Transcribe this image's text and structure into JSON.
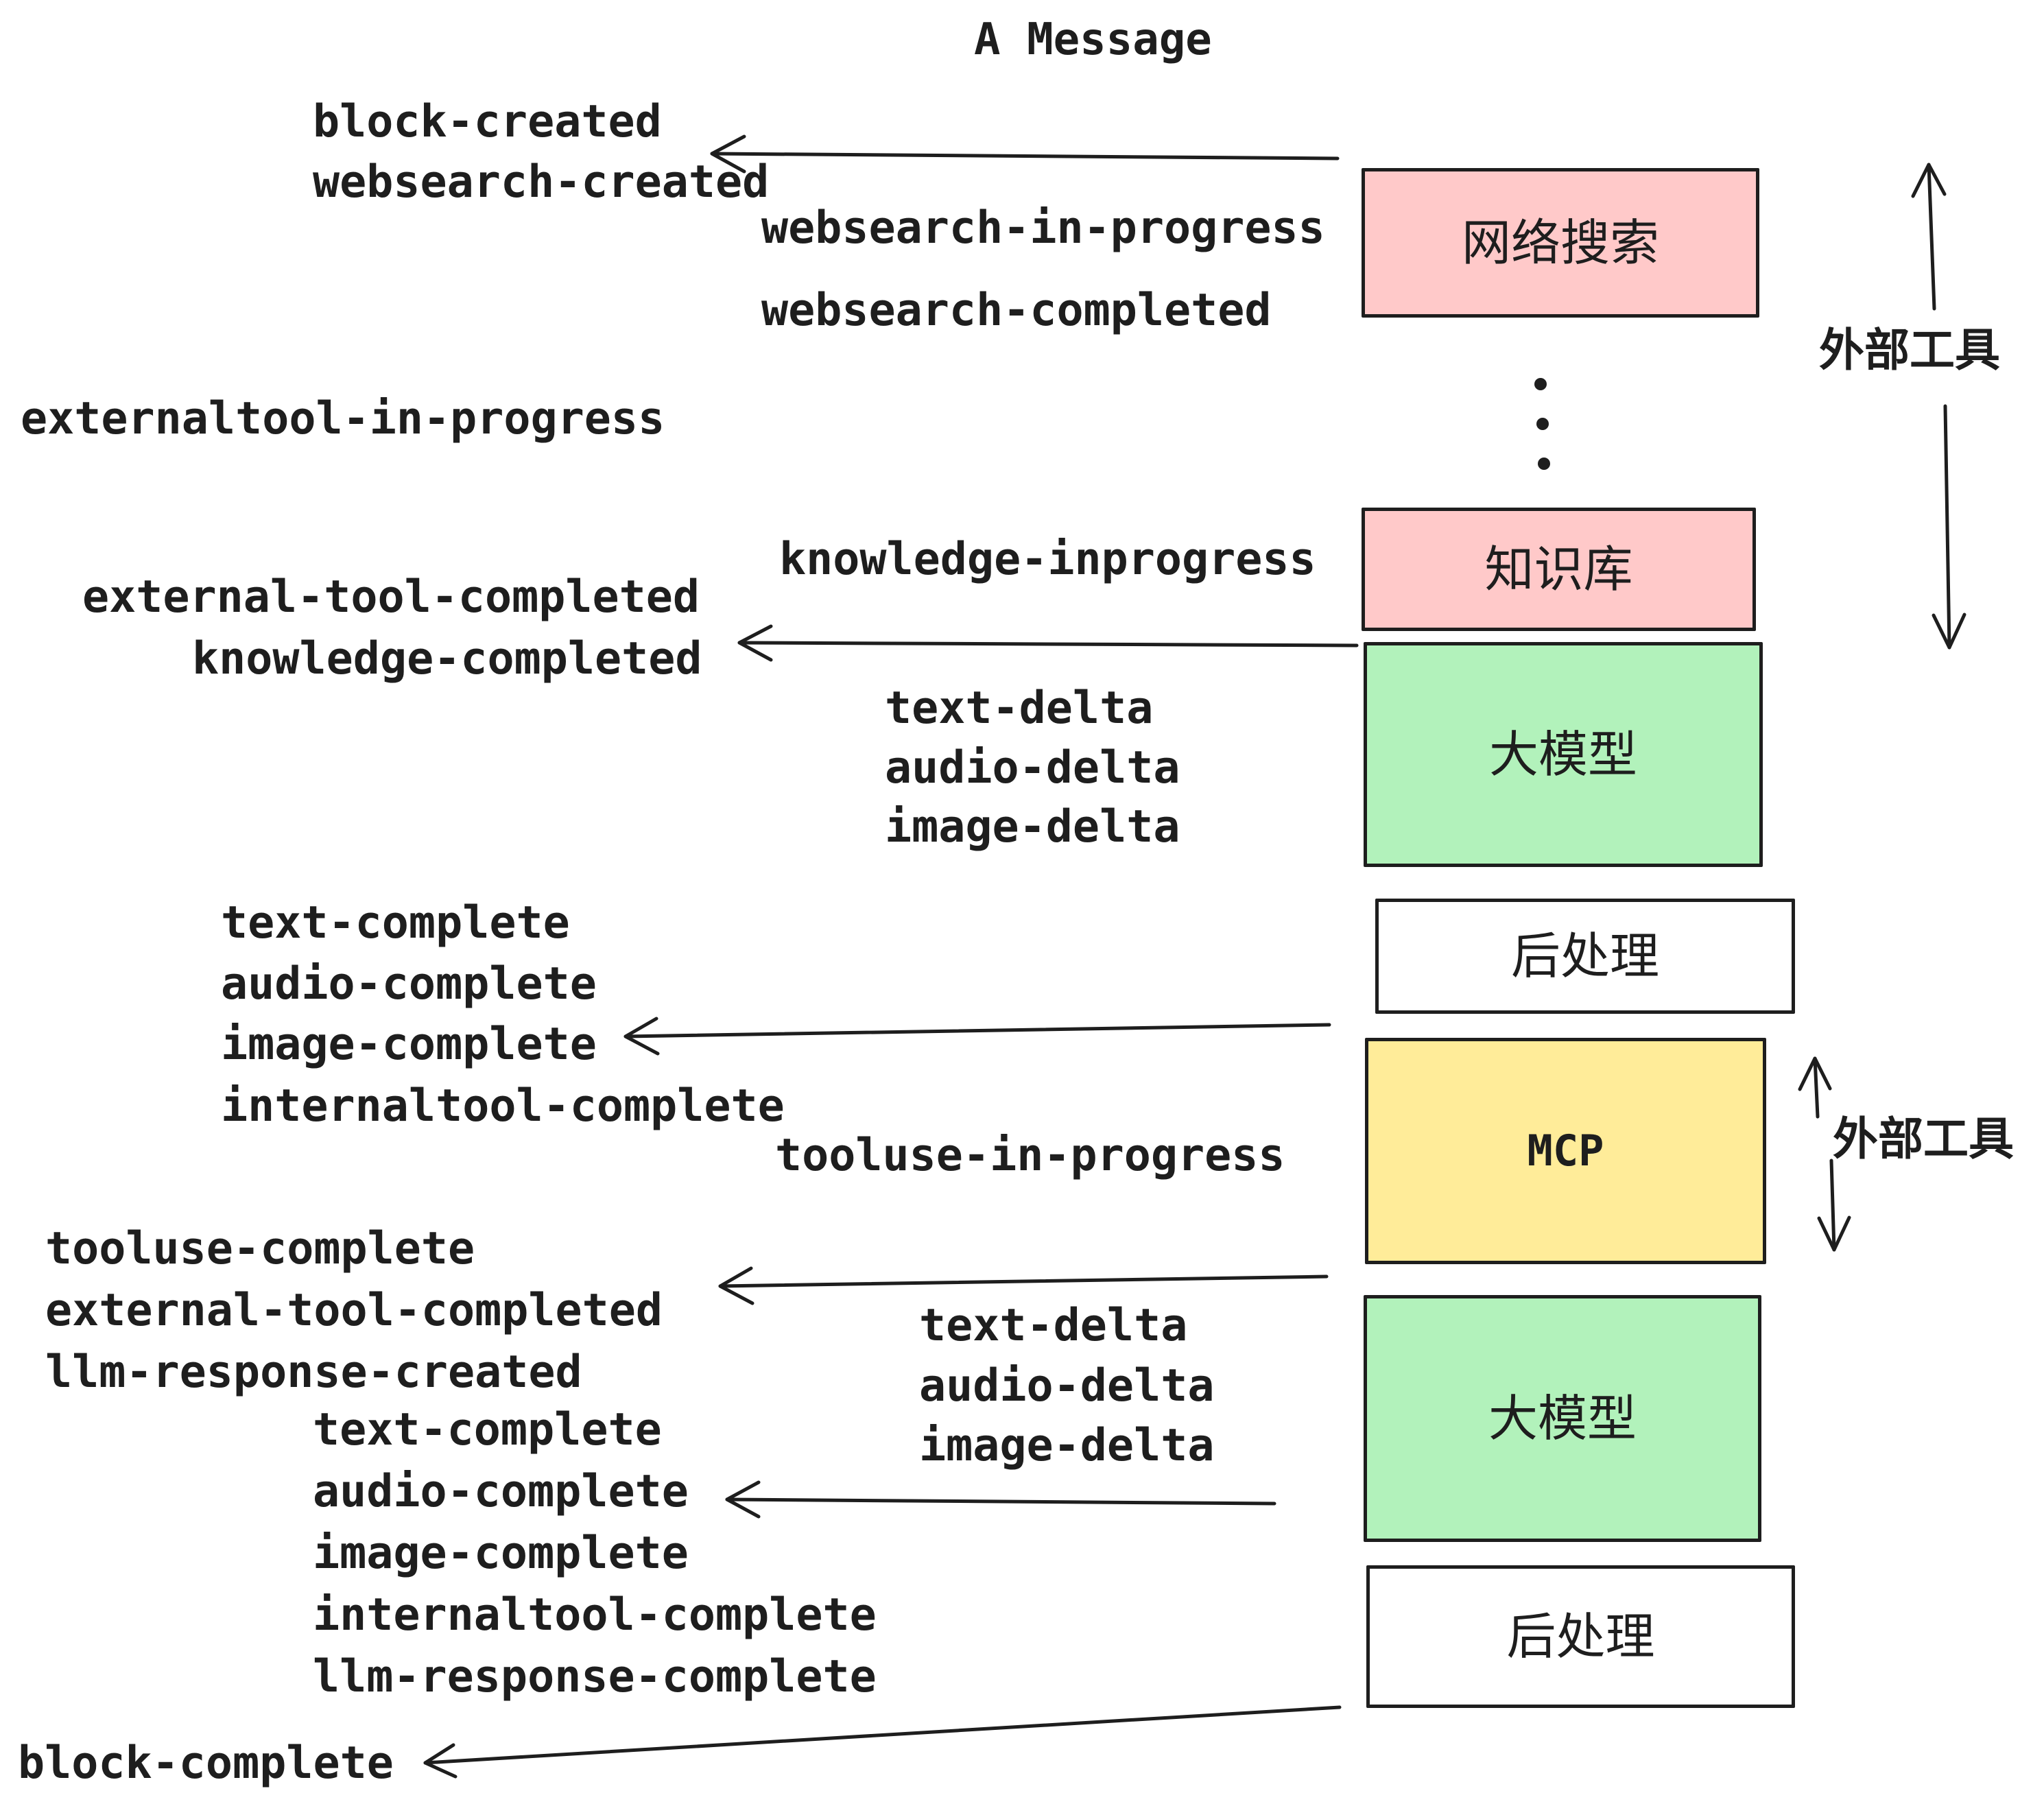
{
  "title": "A Message",
  "colors": {
    "box_pink": "#ffc9c9",
    "box_green": "#b2f2bb",
    "box_yellow": "#ffec99",
    "box_white": "#ffffff",
    "stroke": "#1e1e1e"
  },
  "boxes": {
    "websearch": {
      "label": "网络搜索",
      "fill": "box_pink"
    },
    "knowledge": {
      "label": "知识库",
      "fill": "box_pink"
    },
    "llm1": {
      "label": "大模型",
      "fill": "box_green"
    },
    "post1": {
      "label": "后处理",
      "fill": "box_white"
    },
    "mcp": {
      "label": "MCP",
      "fill": "box_yellow"
    },
    "llm2": {
      "label": "大模型",
      "fill": "box_green"
    },
    "post2": {
      "label": "后处理",
      "fill": "box_white"
    }
  },
  "side_labels": {
    "top": "外部工具",
    "mid": "外部工具"
  },
  "events": {
    "block_created": "block-created",
    "websearch_created": "websearch-created",
    "websearch_in_progress": "websearch-in-progress",
    "websearch_completed": "websearch-completed",
    "externaltool_in_progress": "externaltool-in-progress",
    "knowledge_inprogress": "knowledge-inprogress",
    "external_tool_completed_1": "external-tool-completed",
    "knowledge_completed": "knowledge-completed",
    "text_delta_1": "text-delta",
    "audio_delta_1": "audio-delta",
    "image_delta_1": "image-delta",
    "text_complete_1": "text-complete",
    "audio_complete_1": "audio-complete",
    "image_complete_1": "image-complete",
    "internaltool_complete_1": "internaltool-complete",
    "tooluse_in_progress": "tooluse-in-progress",
    "tooluse_complete": "tooluse-complete",
    "external_tool_completed_2": "external-tool-completed",
    "llm_response_created": "llm-response-created",
    "text_delta_2": "text-delta",
    "audio_delta_2": "audio-delta",
    "image_delta_2": "image-delta",
    "text_complete_2": "text-complete",
    "audio_complete_2": "audio-complete",
    "image_complete_2": "image-complete",
    "internaltool_complete_2": "internaltool-complete",
    "llm_response_complete": "llm-response-complete",
    "block_complete": "block-complete"
  }
}
